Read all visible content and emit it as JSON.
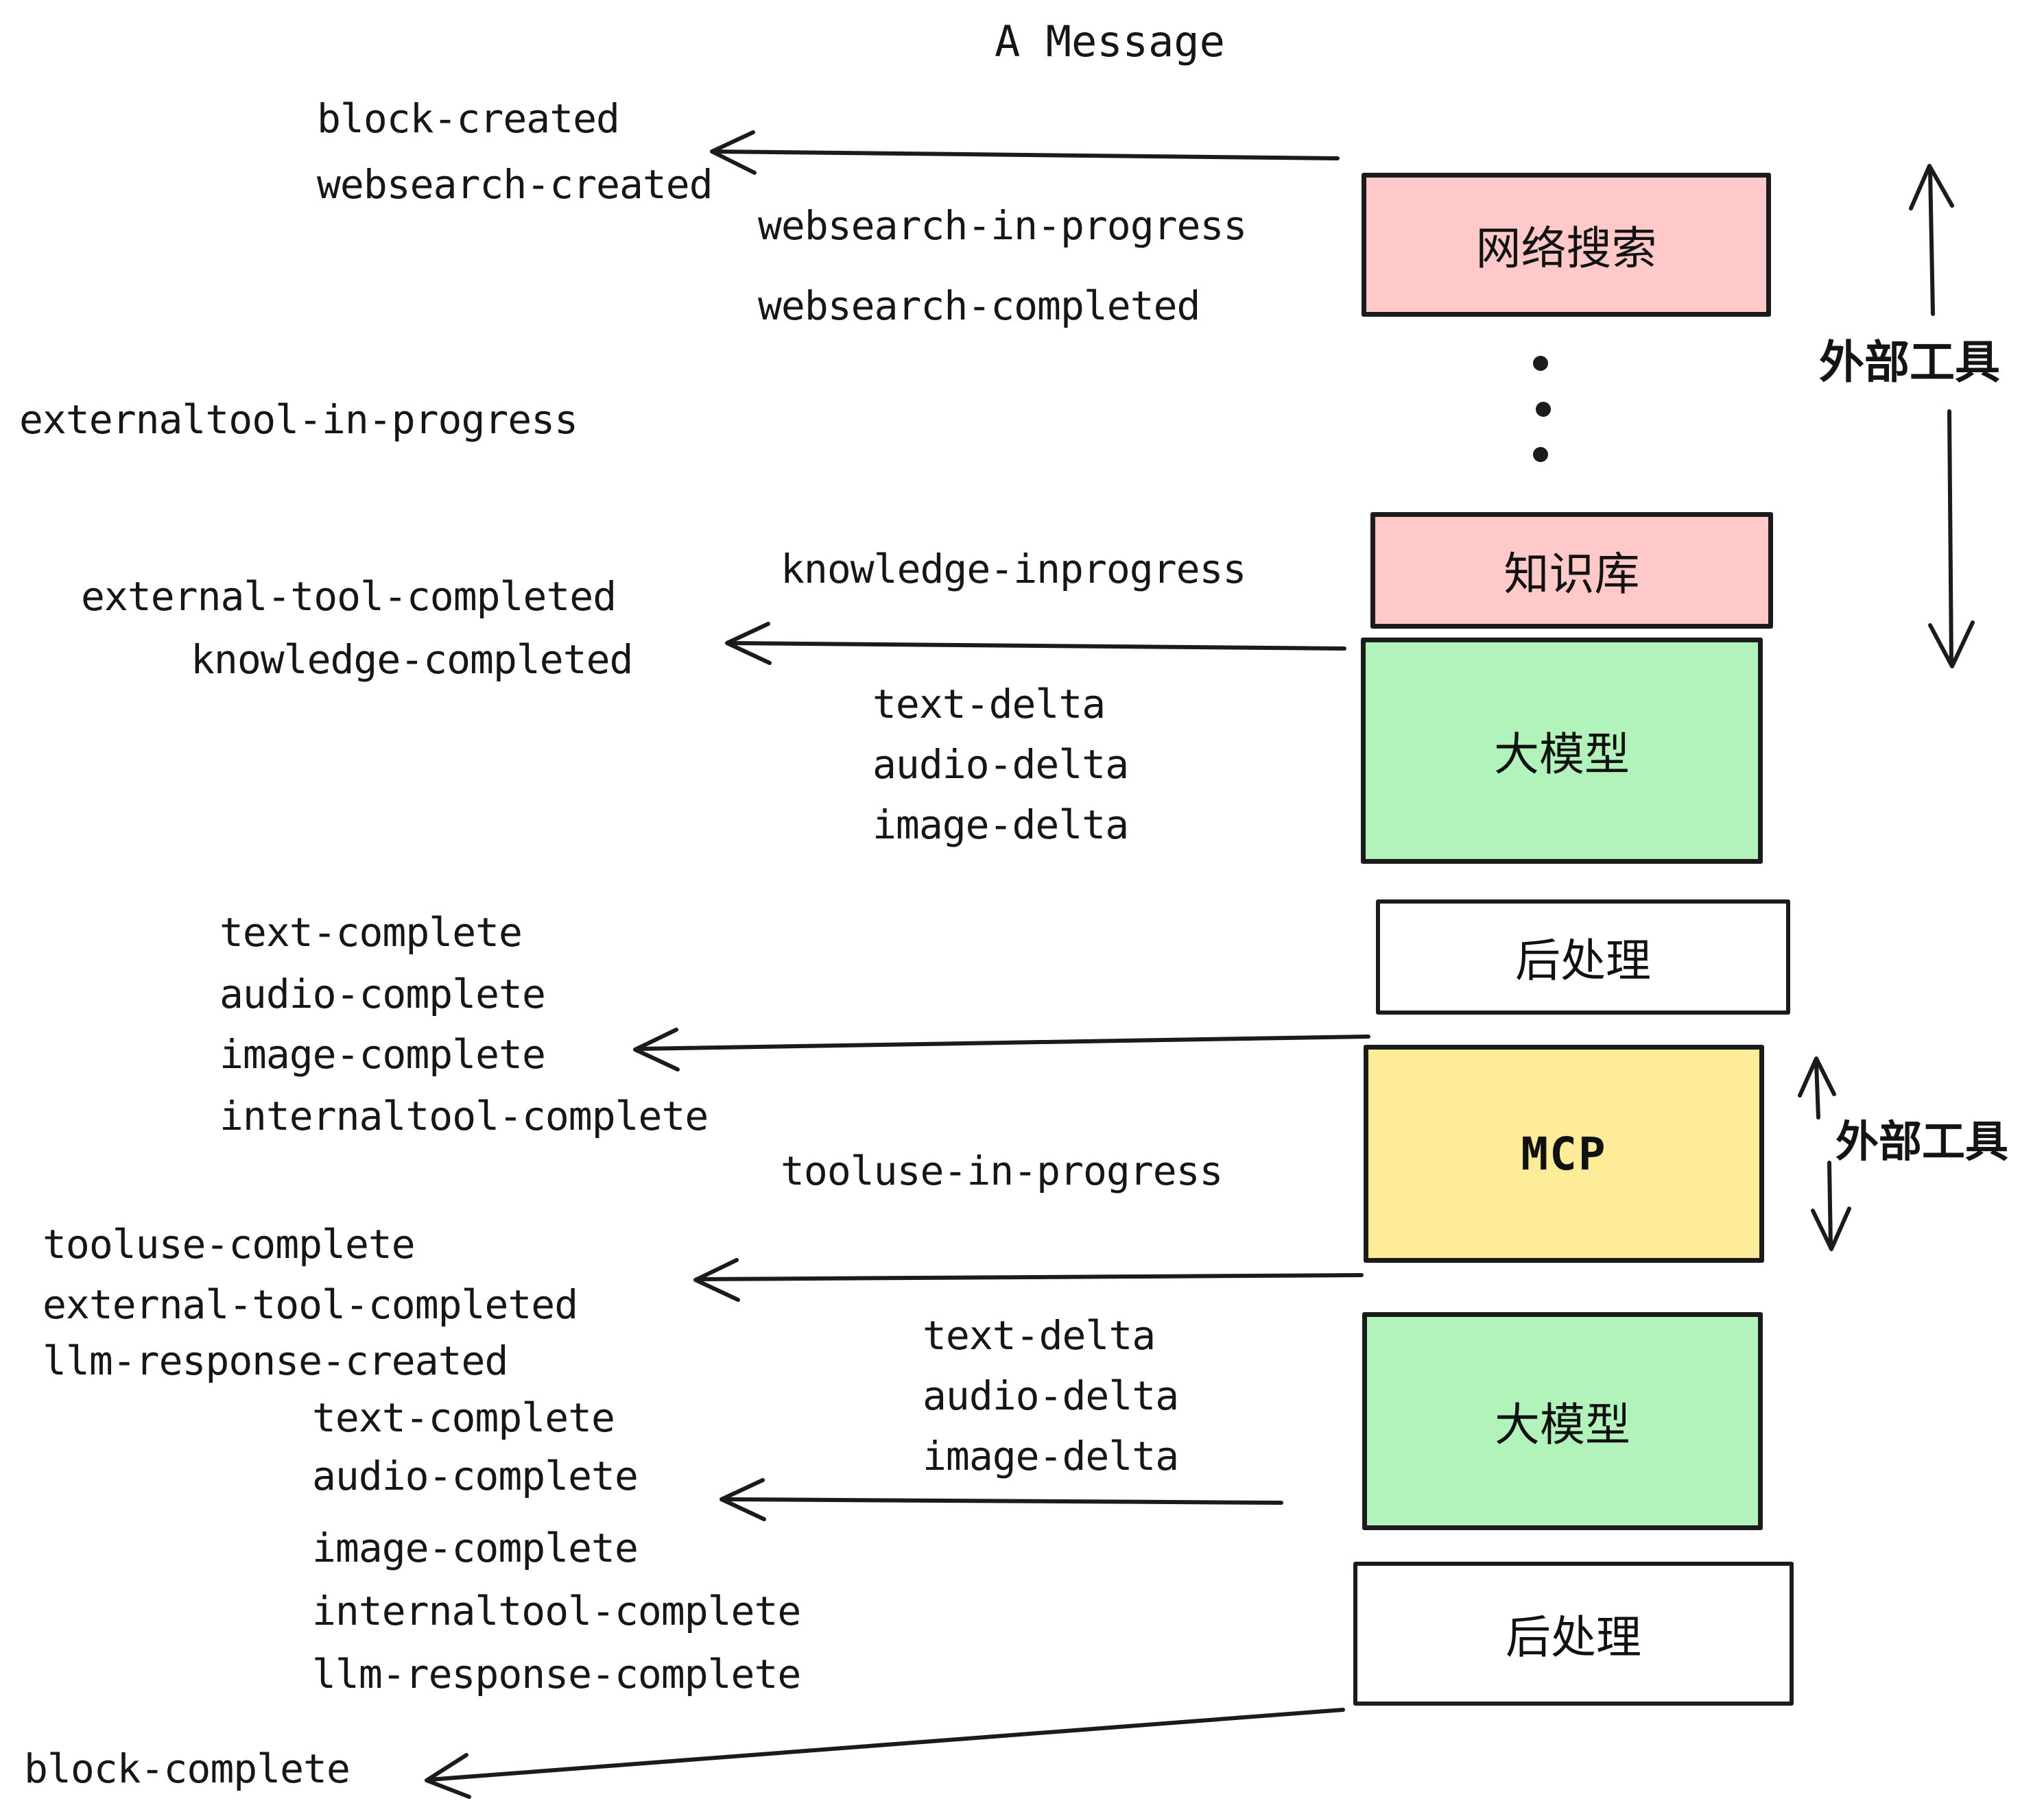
{
  "title": "A Message",
  "boxes": {
    "websearch_label": "网络搜索",
    "knowledge_label": "知识库",
    "llm_label": "大模型",
    "postprocess_label": "后处理",
    "mcp_label": "MCP"
  },
  "side_labels": {
    "external_tools": "外部工具"
  },
  "events": {
    "block_created": "block-created",
    "websearch_created": "websearch-created",
    "websearch_in_progress": "websearch-in-progress",
    "websearch_completed": "websearch-completed",
    "externaltool_in_progress": "externaltool-in-progress",
    "knowledge_inprogress": "knowledge-inprogress",
    "external_tool_completed": "external-tool-completed",
    "knowledge_completed": "knowledge-completed",
    "text_delta": "text-delta",
    "audio_delta": "audio-delta",
    "image_delta": "image-delta",
    "text_complete": "text-complete",
    "audio_complete": "audio-complete",
    "image_complete": "image-complete",
    "internaltool_complete": "internaltool-complete",
    "tooluse_in_progress": "tooluse-in-progress",
    "tooluse_complete": "tooluse-complete",
    "llm_response_created": "llm-response-created",
    "llm_response_complete": "llm-response-complete",
    "block_complete": "block-complete"
  },
  "colors": {
    "websearch_box": "#FFC9C9",
    "knowledge_box": "#FFC9C9",
    "llm_box": "#B2F2BB",
    "mcp_box": "#FFEC99",
    "postprocess_box": "#FFFFFF",
    "stroke": "#1B1B1B",
    "text": "#161616"
  }
}
